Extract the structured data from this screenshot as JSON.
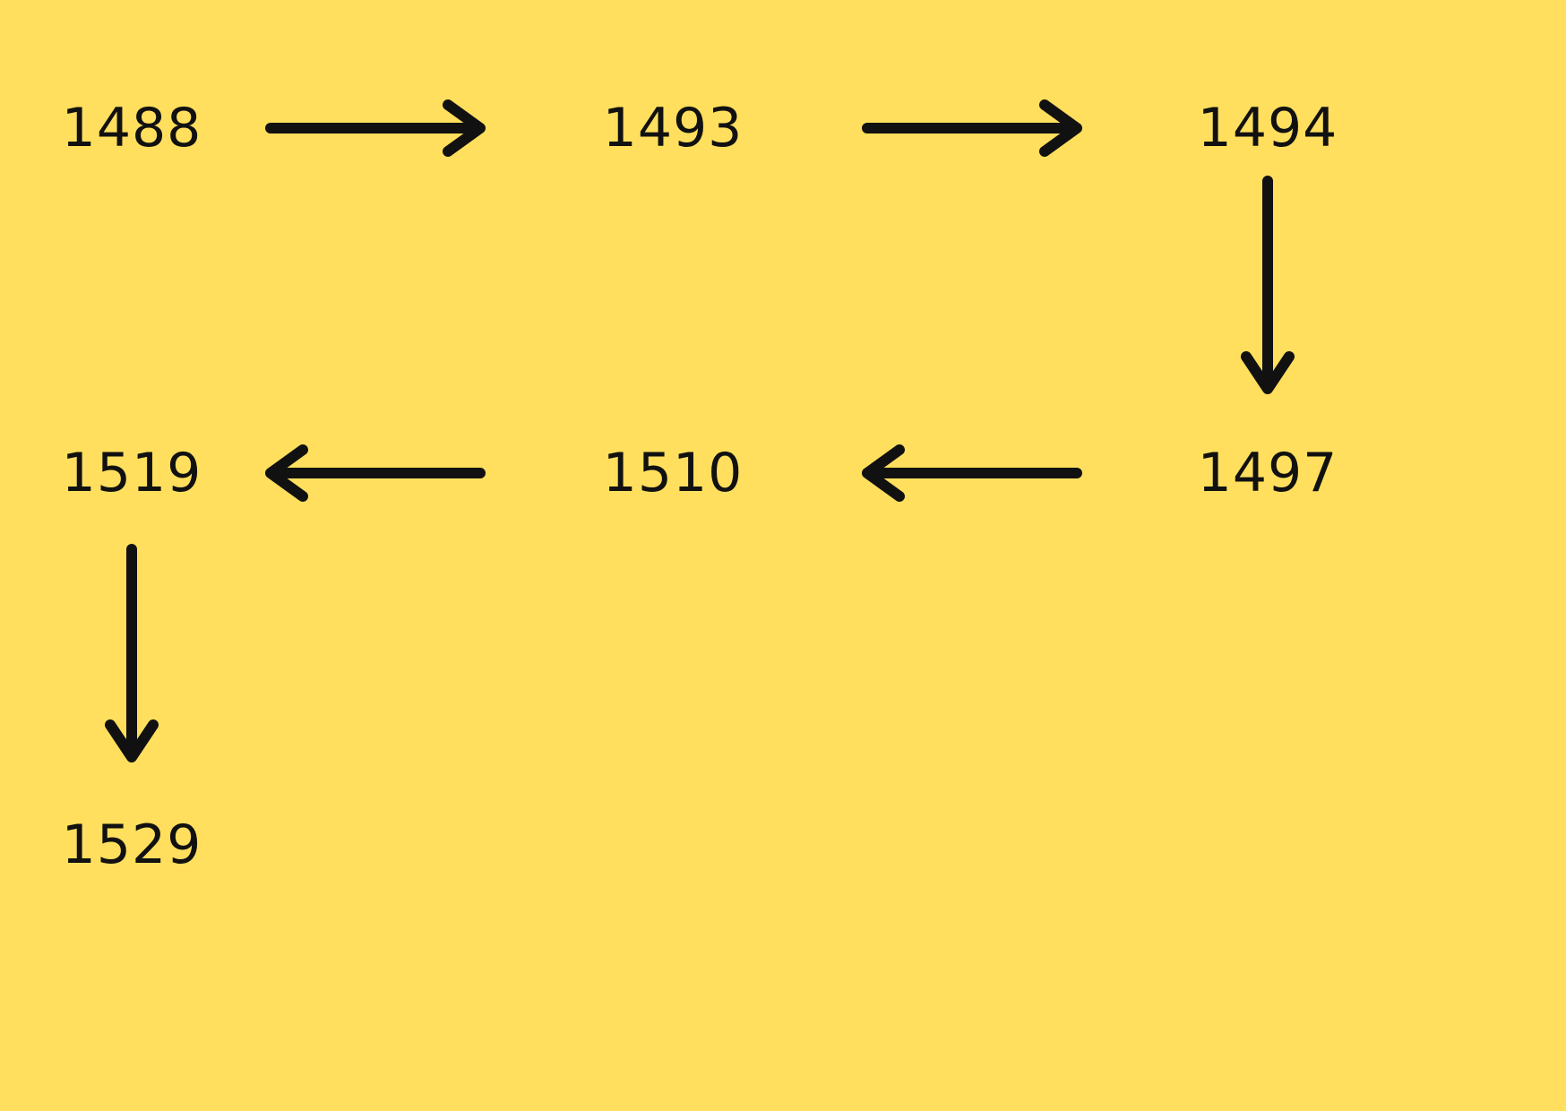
{
  "colors": {
    "background": "#FFDF5D",
    "ink": "#111111"
  },
  "nodes": [
    {
      "id": "n1488",
      "label": "1488"
    },
    {
      "id": "n1493",
      "label": "1493"
    },
    {
      "id": "n1494",
      "label": "1494"
    },
    {
      "id": "n1497",
      "label": "1497"
    },
    {
      "id": "n1510",
      "label": "1510"
    },
    {
      "id": "n1519",
      "label": "1519"
    },
    {
      "id": "n1529",
      "label": "1529"
    }
  ],
  "edges": [
    {
      "from": "n1488",
      "to": "n1493",
      "direction": "right"
    },
    {
      "from": "n1493",
      "to": "n1494",
      "direction": "right"
    },
    {
      "from": "n1494",
      "to": "n1497",
      "direction": "down"
    },
    {
      "from": "n1497",
      "to": "n1510",
      "direction": "left"
    },
    {
      "from": "n1510",
      "to": "n1519",
      "direction": "left"
    },
    {
      "from": "n1519",
      "to": "n1529",
      "direction": "down"
    }
  ]
}
